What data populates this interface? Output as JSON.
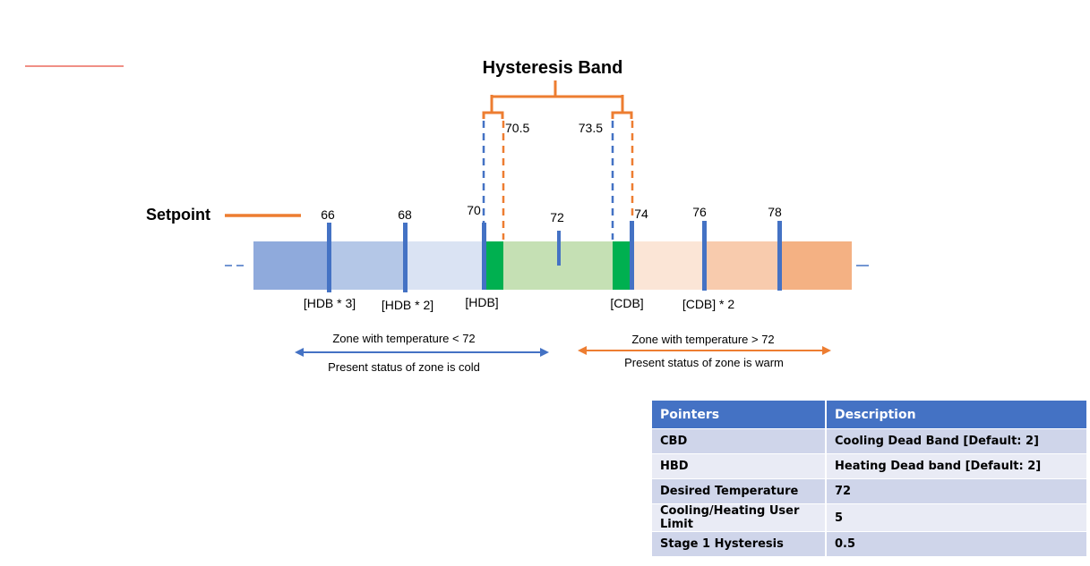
{
  "title": "Hysteresis Band",
  "setpoint_label": "Setpoint",
  "hysteresis_values": {
    "left": "70.5",
    "right": "73.5"
  },
  "ticks": [
    {
      "label": "66"
    },
    {
      "label": "68"
    },
    {
      "label": "70"
    },
    {
      "label": "72"
    },
    {
      "label": "74"
    },
    {
      "label": "76"
    },
    {
      "label": "78"
    }
  ],
  "band_labels": [
    "[HDB * 3]",
    "[HDB * 2]",
    "[HDB]",
    "[CDB]",
    "[CDB] * 2"
  ],
  "zones": {
    "cold": {
      "line1": "Zone with temperature  < 72",
      "line2": "Present status of zone is cold"
    },
    "warm": {
      "line1": "Zone with temperature > 72",
      "line2": "Present status of zone is warm"
    }
  },
  "colors": {
    "orange": "#ed7d31",
    "blue": "#4472c4",
    "green": "#00b050",
    "light_green": "#c5e0b4"
  },
  "table": {
    "headers": [
      "Pointers",
      "Description"
    ],
    "rows": [
      [
        "CBD",
        "Cooling Dead Band [Default: 2]"
      ],
      [
        "HBD",
        "Heating Dead band [Default: 2]"
      ],
      [
        "Desired Temperature",
        "72"
      ],
      [
        "Cooling/Heating User Limit",
        "5"
      ],
      [
        "Stage 1 Hysteresis",
        "0.5"
      ]
    ]
  }
}
